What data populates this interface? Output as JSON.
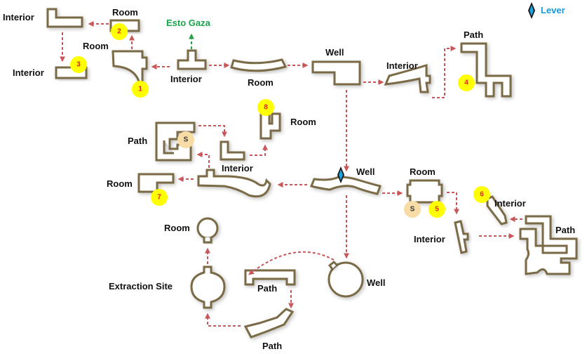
{
  "legend": {
    "icon": "lever-diamond-icon",
    "label": "Lever",
    "color": "#1a9ad6"
  },
  "colors": {
    "arrow": "#c9575a",
    "exit_arrow": "#2aa04a",
    "room_outline": "#7a6a45",
    "numbered_marker": "#ffff00",
    "start_marker": "#f8dca6",
    "marker_number_text": "#e02020"
  },
  "exit_label": "Esto Gaza",
  "labels": {
    "interior_tl": "Interior",
    "room_2": "Room",
    "room_1": "Room",
    "interior_3": "Interior",
    "interior_start": "Interior",
    "room_curve": "Room",
    "well_top": "Well",
    "interior_right": "Interior",
    "path_4": "Path",
    "room_8": "Room",
    "path_s": "Path",
    "interior_mid": "Interior",
    "room_7": "Room",
    "well_mid": "Well",
    "room_5": "Room",
    "interior_6": "Interior",
    "interior_lower": "Interior",
    "path_right": "Path",
    "room_circle": "Room",
    "extraction": "Extraction Site",
    "path_bracket": "Path",
    "well_bottom": "Well",
    "path_bottom": "Path"
  },
  "markers": {
    "m1": "1",
    "m2": "2",
    "m3": "3",
    "m4": "4",
    "m5": "5",
    "m6": "6",
    "m7": "7",
    "m8": "8",
    "s1": "S",
    "s2": "S"
  }
}
